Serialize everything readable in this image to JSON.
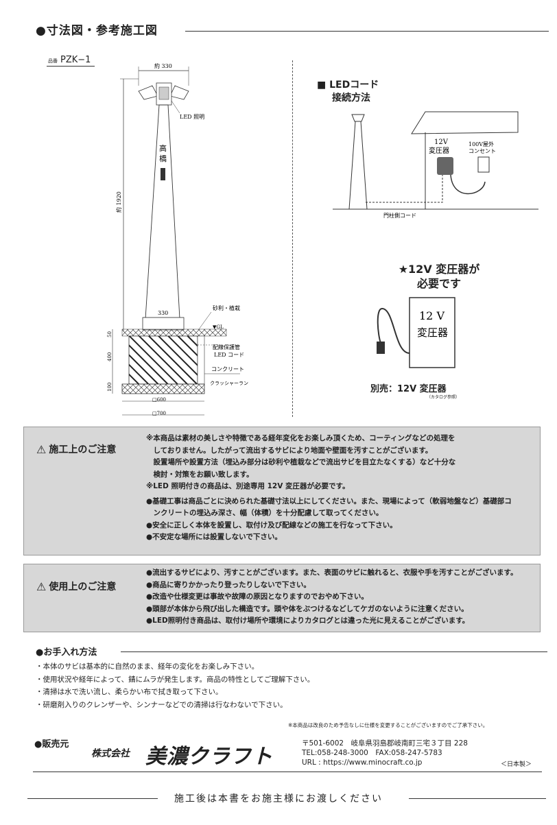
{
  "header": {
    "title": "●寸法図・参考施工図"
  },
  "model": {
    "prefix": "品番",
    "code": "PZK−1"
  },
  "drawing": {
    "top_width": "約 330",
    "led_light": "LED 照明",
    "height": "約 1920",
    "nameplate_1": "高",
    "nameplate_2": "橋",
    "base_width": "330",
    "gravel": "砂利・植栽",
    "gl": "▼GL",
    "conduit": "配線保護管",
    "led_cord": "LED コード",
    "concrete": "コンクリート",
    "crusher": "クラッシャーラン",
    "dim_50": "50",
    "dim_400": "400",
    "dim_100": "100",
    "dim_600": "□600",
    "dim_700": "□700"
  },
  "led": {
    "title_1": "■ LEDコード",
    "title_2": "接続方法",
    "transformer_1": "12V",
    "transformer_2": "変圧器",
    "outlet_1": "100V屋外",
    "outlet_2": "コンセント",
    "post_cord": "門柱側コード"
  },
  "need": {
    "line1": "★12V 変圧器が",
    "line2": "必要です"
  },
  "transformer_box": {
    "line1": "12 V",
    "line2": "変圧器"
  },
  "sold": {
    "text": "別売：12V 変圧器",
    "note": "（カタログ参照）"
  },
  "notice1": {
    "title": "施工上のご注意",
    "lines": [
      "※本商品は素材の美しさや特徴である経年変化をお楽しみ頂くため、コーティングなどの処理を",
      "　しておりません。したがって流出するサビにより地面や壁面を汚すことがございます。",
      "　設置場所や設置方法（埋込み部分は砂利や植栽などで流出サビを目立たなくする）など十分な",
      "　検討・対策をお願い致します。",
      "※LED 照明付きの商品は、別途専用 12V 変圧器が必要です。",
      "●基礎工事は商品ごとに決められた基礎寸法以上にしてください。また、現場によって（軟弱地盤など）基礎部コ",
      "　ンクリートの埋込み深さ、幅（体積）を十分配慮して取ってください。",
      "●安全に正しく本体を設置し、取付け及び配線などの施工を行なって下さい。",
      "●不安定な場所には設置しないで下さい。"
    ]
  },
  "notice2": {
    "title": "使用上のご注意",
    "lines": [
      "●流出するサビにより、汚すことがございます。また、表面のサビに触れると、衣服や手を汚すことがございます。",
      "●商品に寄りかかったり登ったりしないで下さい。",
      "●改造や仕様変更は事故や故障の原因となりますのでおやめ下さい。",
      "●頭部が本体から飛び出した構造です。頭や体をぶつけるなどしてケガのないように注意ください。",
      "●LED照明付き商品は、取付け場所や環境によりカタログとは違った光に見えることがございます。"
    ]
  },
  "care": {
    "title": "●お手入れ方法",
    "lines": [
      "・本体のサビは基本的に自然のまま、経年の変化をお楽しみ下さい。",
      "・使用状況や経年によって、錆にムラが発生します。商品の特性としてご理解下さい。",
      "・清掃は水で洗い流し、柔らかい布で拭き取って下さい。",
      "・研磨剤入りのクレンザーや、シンナーなどでの清掃は行なわないで下さい。"
    ]
  },
  "disclaimer": "※本商品は改良のため予告なしに仕様を変更することがございますのでご了承下さい。",
  "seller": {
    "label": "●販売元",
    "corp_prefix": "株式会社",
    "corp_name": "美濃クラフト",
    "address": "〒501-6002　岐阜県羽島郡岐南町三宅３丁目 228",
    "tel": "TEL:058-248-3000　FAX:058-247-5783",
    "url": "URL : https://www.minocraft.co.jp",
    "made": "＜日本製＞"
  },
  "footer": {
    "message": "施工後は本書をお施主様にお渡しください"
  }
}
